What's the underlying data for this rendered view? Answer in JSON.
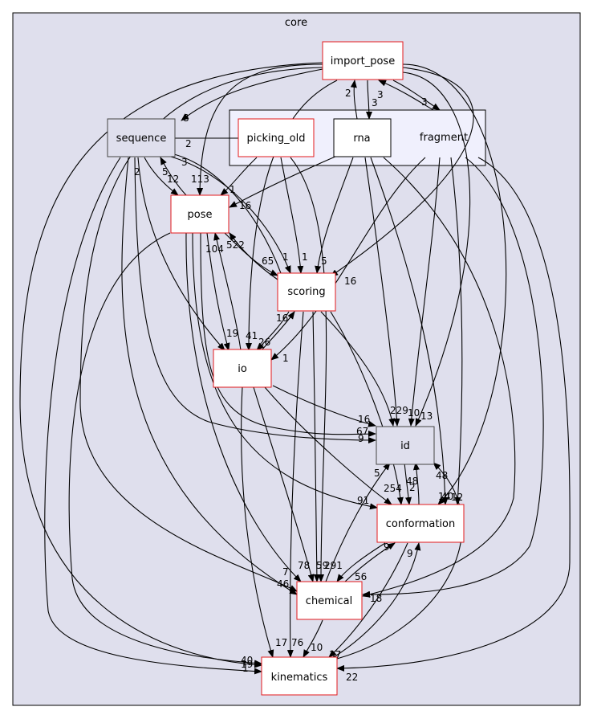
{
  "diagram": {
    "outer_cluster": {
      "label": "core"
    },
    "inner_cluster": {
      "label": "fragment"
    },
    "nodes": [
      {
        "id": "import_pose",
        "label": "import_pose"
      },
      {
        "id": "sequence",
        "label": "sequence"
      },
      {
        "id": "picking_old",
        "label": "picking_old"
      },
      {
        "id": "rna",
        "label": "rna"
      },
      {
        "id": "pose",
        "label": "pose"
      },
      {
        "id": "scoring",
        "label": "scoring"
      },
      {
        "id": "io",
        "label": "io"
      },
      {
        "id": "id",
        "label": "id"
      },
      {
        "id": "conformation",
        "label": "conformation"
      },
      {
        "id": "chemical",
        "label": "chemical"
      },
      {
        "id": "kinematics",
        "label": "kinematics"
      }
    ],
    "edge_labels": [
      "8",
      "2",
      "3",
      "3",
      "3",
      "2",
      "12",
      "5",
      "3",
      "113",
      "2",
      "1",
      "16",
      "104",
      "522",
      "65",
      "1",
      "1",
      "5",
      "16",
      "16",
      "1",
      "19",
      "41",
      "26",
      "16",
      "67",
      "9",
      "229",
      "10",
      "13",
      "5",
      "48",
      "2",
      "48",
      "91",
      "254",
      "14",
      "40",
      "12",
      "9",
      "56",
      "9",
      "7",
      "46",
      "78",
      "59",
      "291",
      "18",
      "17",
      "76",
      "10",
      "37",
      "40",
      "19",
      "1",
      "22"
    ]
  },
  "colors": {
    "outer_cluster_fill": "#dfdfed",
    "inner_cluster_fill": "#f0f0fd",
    "node_red_border": "#e31a1c",
    "node_dark_border": "#444444",
    "node_fill": "#ffffff",
    "edge": "#000000"
  }
}
